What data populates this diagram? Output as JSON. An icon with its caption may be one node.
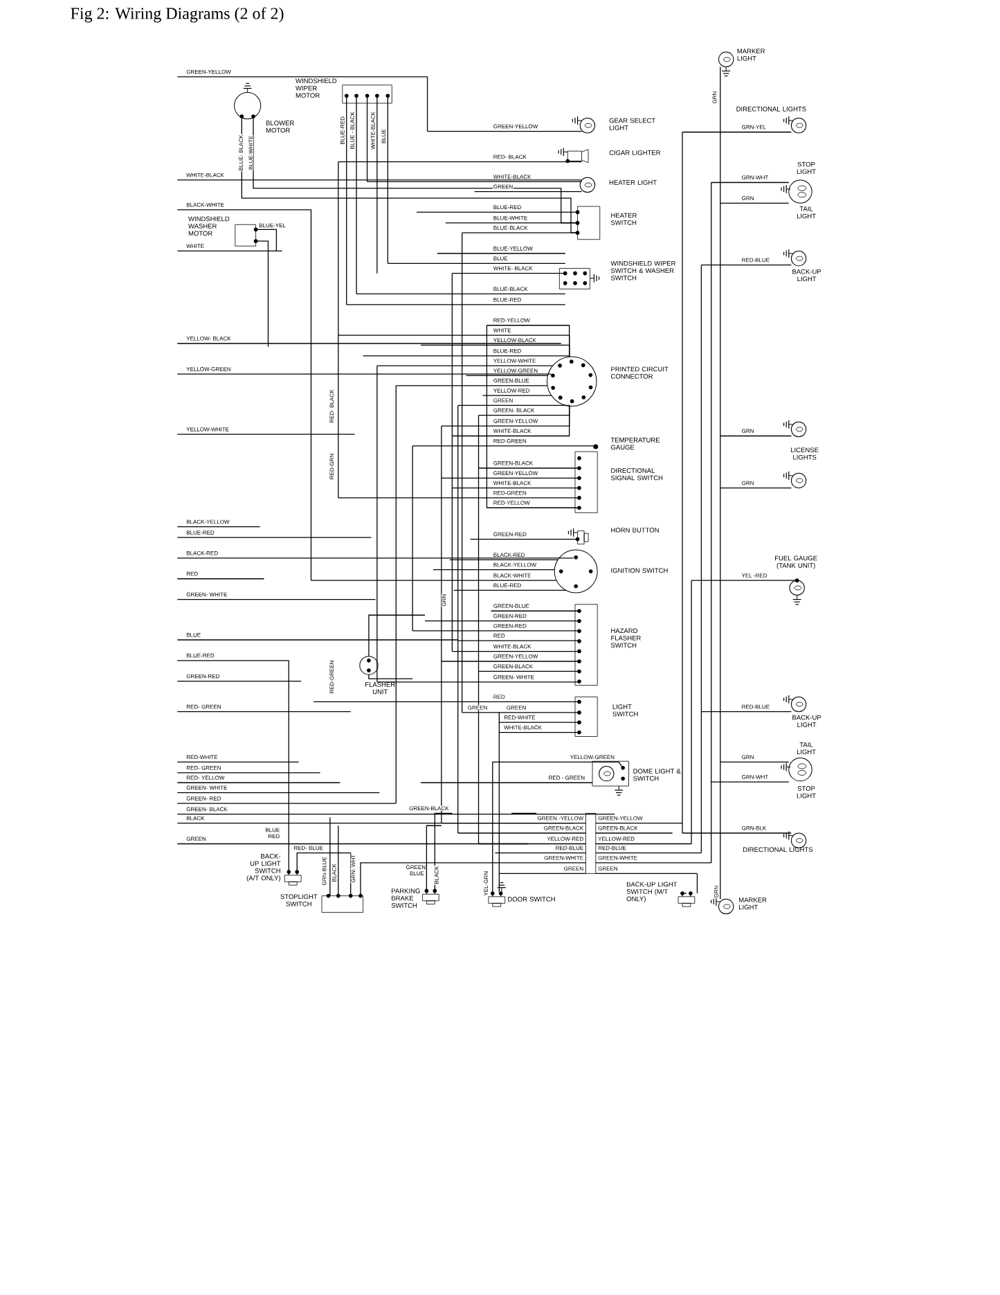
{
  "diagram": {
    "title": "Fig 2: Wiring Diagrams (2 of 2)",
    "nodes": [
      {
        "text": [
          "WINDSHIELD WIPER MOTOR"
        ]
      },
      {
        "text": [
          "BLOWER MOTOR"
        ]
      },
      {
        "text": [
          "GEAR SELECT LIGHT"
        ]
      },
      {
        "text": [
          "CIGAR LIGHTER"
        ]
      },
      {
        "text": [
          "HEATER LIGHT"
        ]
      },
      {
        "text": [
          "HEATER SWITCH"
        ]
      },
      {
        "text": [
          "WINDSHIELD WASHER MOTOR"
        ]
      },
      {
        "text": [
          "WINDSHIELD WIPER SWITCH & WASHER SWITCH"
        ]
      },
      {
        "text": [
          "PRINTED CIRCUIT CONNECTOR"
        ]
      },
      {
        "text": [
          "TEMPERATURE GAUGE"
        ]
      },
      {
        "text": [
          "DIRECTIONAL SIGNAL SWITCH"
        ]
      },
      {
        "text": [
          "HORN BUTTON"
        ]
      },
      {
        "text": [
          "IGNITION SWITCH"
        ]
      },
      {
        "text": [
          "HAZARD FLASHER SWITCH"
        ]
      },
      {
        "text": [
          "FLASHER UNIT"
        ]
      },
      {
        "text": [
          "LIGHT SWITCH"
        ]
      },
      {
        "text": [
          "DOME LIGHT & SWITCH"
        ]
      },
      {
        "text": [
          "BACK-UP LIGHT SWITCH (A/T ONLY)"
        ]
      },
      {
        "text": [
          "STOPLIGHT SWITCH"
        ]
      },
      {
        "text": [
          "PARKING BRAKE SWITCH"
        ]
      },
      {
        "text": [
          "DOOR SWITCH"
        ]
      },
      {
        "text": [
          "BACK-UP LIGHT SWITCH (M/T ONLY)"
        ]
      },
      {
        "text": [
          "MARKER LIGHT"
        ]
      },
      {
        "text": [
          "DIRECTIONAL LIGHTS"
        ]
      },
      {
        "text": [
          "STOP LIGHT",
          "TAIL LIGHT"
        ]
      },
      {
        "text": [
          "BACK-UP LIGHT"
        ]
      },
      {
        "text": [
          "LICENSE LIGHTS"
        ]
      },
      {
        "text": [
          "FUEL GAUGE (TANK UNIT)"
        ]
      },
      {
        "text": [
          "BACK-UP LIGHT"
        ]
      },
      {
        "text": [
          "TAIL LIGHT",
          "STOP LIGHT"
        ]
      },
      {
        "text": [
          "DIRECTIONAL LIGHTS"
        ]
      },
      {
        "text": [
          "MARKER LIGHT"
        ]
      }
    ],
    "labels": [
      "GREEN-YELLOW",
      "WHITE-BLACK",
      "BLACK-WHITE",
      "WHITE",
      "YELLOW- BLACK",
      "YELLOW-GREEN",
      "YELLOW-WHITE",
      "BLACK-YELLOW",
      "BLUE-RED",
      "BLACK-RED",
      "RED",
      "GREEN- WHITE",
      "BLUE",
      "BLUE-RED",
      "GREEN-RED",
      "RED- GREEN",
      "RED-WHITE",
      "RED- GREEN",
      "RED- YELLOW",
      "GREEN- WHITE",
      "GREEN- RED",
      "GREEN- BLACK",
      "BLACK",
      "GREEN",
      "BLUE- BLACK",
      "BLUE-WHITE",
      "BLUE-RED",
      "BLUE - BLACK",
      "WHITE-BLACK",
      "BLUE",
      "BLUE-YEL",
      "RED- BLACK",
      "RED-GRN",
      "GRN",
      "RED-GREEN",
      "GREEN-YELLOW",
      "RED- BLACK",
      "WHITE-BLACK",
      "GREEN",
      "BLUE-RED",
      "BLUE-WHITE",
      "BLUE-BLACK",
      "BLUE-YELLOW",
      "BLUE",
      "WHITE- BLACK",
      "BLUE-BLACK",
      "BLUE-RED",
      "RED-YELLOW",
      "WHITE",
      "YELLOW-BLACK",
      "BLUE-RED",
      "YELLOW-WHITE",
      "YELLOW-GREEN",
      "GREEN-BLUE",
      "YELLOW-RED",
      "GREEN",
      "GREEN- BLACK",
      "GREEN-YELLOW",
      "WHITE-BLACK",
      "RED-GREEN",
      "GREEN-BLACK",
      "GREEN-YELLOW",
      "WHITE-BLACK",
      "RED-GREEN",
      "RED-YELLOW",
      "GREEN-RED",
      "BLACK-RED",
      "BLACK-YELLOW",
      "BLACK-WHITE",
      "BLUE-RED",
      "GREEN-BLUE",
      "GREEN-RED",
      "GREEN-RED",
      "RED",
      "WHITE-BLACK",
      "GREEN-YELLOW",
      "GREEN-BLACK",
      "GREEN- WHITE",
      "RED",
      "GREEN",
      "GREEN",
      "RED-WHITE",
      "WHITE-BLACK",
      "YELLOW-GREEN",
      "RED - GREEN",
      "GREEN-BLACK",
      "BLUE RED",
      "RED- BLUE",
      "GRN-BLUE",
      "BLACK",
      "GRN- WHT",
      "GREEN BLUE",
      "BLACK",
      "YEL-GRN",
      "GREEN -YELLOW",
      "GREEN-BLACK",
      "YELLOW-RED",
      "RED-BLUE",
      "GREEN-WHITE",
      "GREEN",
      "GREEN-YELLOW",
      "GREEN-BLACK",
      "YELLOW-RED",
      "RED-BLUE",
      "GREEN-WHITE",
      "GREEN",
      "GRN",
      "GRN-YEL",
      "GRN-WHT",
      "GRN",
      "RED-BLUE",
      "GRN",
      "GRN",
      "YEL -RED",
      "RED-BLUE",
      "GRN",
      "GRN-WHT",
      "GRN-BLK",
      "GRN"
    ]
  }
}
